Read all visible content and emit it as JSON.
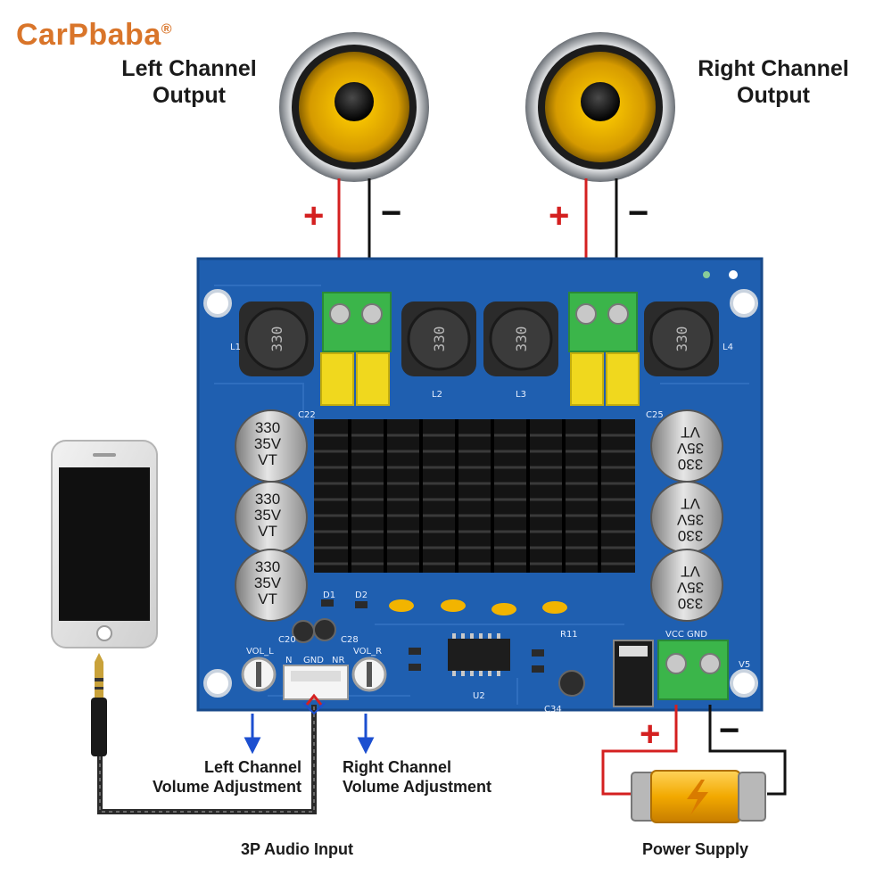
{
  "brand": {
    "name": "CarPbaba",
    "mark": "®",
    "color": "#d9752a"
  },
  "labels": {
    "left_output": [
      "Left Channel",
      "Output"
    ],
    "right_output": [
      "Right Channel",
      "Output"
    ],
    "left_volume": [
      "Left Channel",
      "Volume Adjustment"
    ],
    "right_volume": [
      "Right Channel",
      "Volume Adjustment"
    ],
    "audio_input": "3P Audio Input",
    "power_supply": "Power Supply"
  },
  "polarity": {
    "plus": "+",
    "minus": "−"
  },
  "capacitors": {
    "line1": "330",
    "line2": "35V",
    "line3": "VT"
  },
  "inductors": {
    "text": "330"
  },
  "board_silkscreen": {
    "l1": "L1",
    "l2": "L2",
    "l3": "L3",
    "l4": "L4",
    "c22": "C22",
    "c25": "C25",
    "d1": "D1",
    "d2": "D2",
    "vol_l": "VOL_L",
    "vol_r": "VOL_R",
    "pins": [
      "N",
      "GND",
      "NR"
    ],
    "u2": "U2",
    "vcc_gnd": "VCC GND",
    "v5": "V5",
    "c34": "C34",
    "c28": "C28",
    "c20": "C20",
    "r11": "R11"
  },
  "colors": {
    "board": "#1f5fb0",
    "terminal": "#3bb54a",
    "wire_red": "#d42020",
    "wire_black": "#111111",
    "capacitor_yellow": "#f0d81e",
    "speaker_cone": "#e8b400",
    "heatsink": "#141414"
  }
}
